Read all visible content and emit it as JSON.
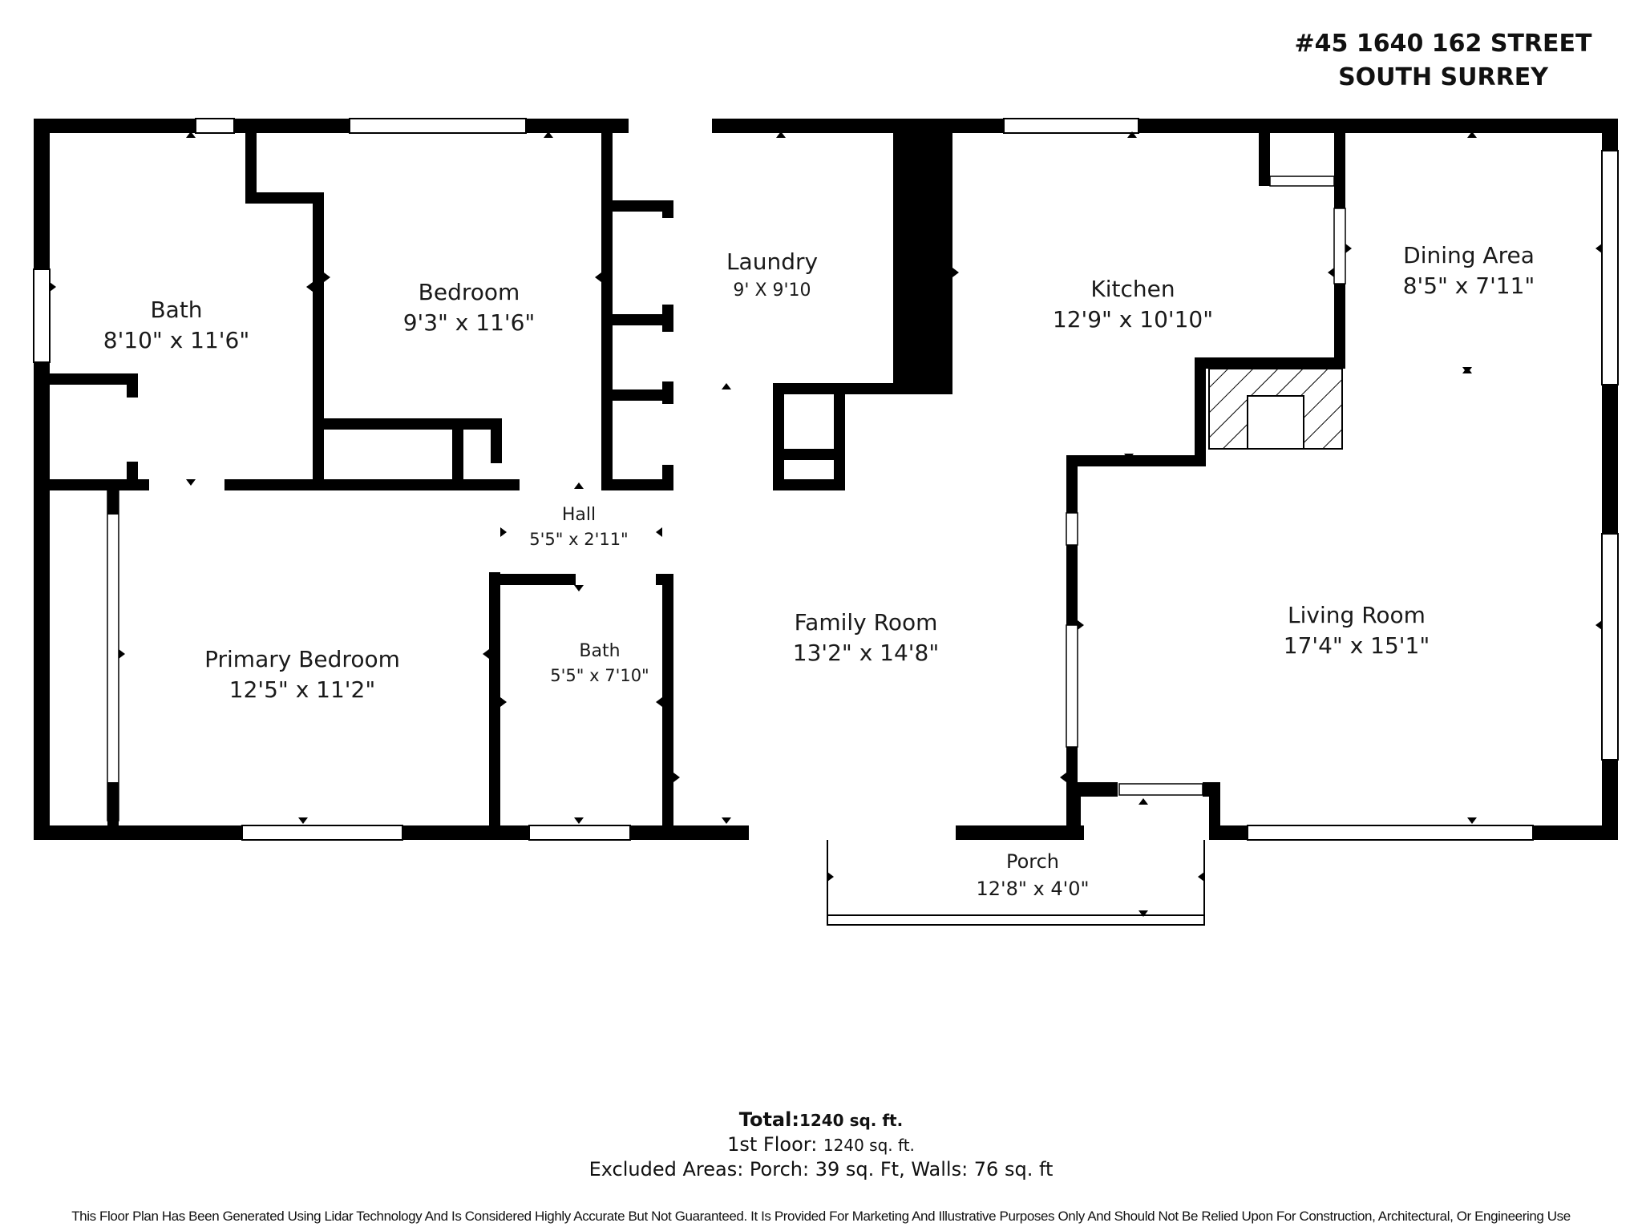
{
  "header": {
    "address_line1": "#45 1640 162 STREET",
    "address_line2": "SOUTH SURREY"
  },
  "rooms": {
    "bath_left": {
      "name": "Bath",
      "dims": "8'10\" x 11'6\""
    },
    "bedroom": {
      "name": "Bedroom",
      "dims": "9'3\" x 11'6\""
    },
    "laundry": {
      "name": "Laundry",
      "dims": "9' X 9'10"
    },
    "kitchen": {
      "name": "Kitchen",
      "dims": "12'9\" x 10'10\""
    },
    "dining": {
      "name": "Dining Area",
      "dims": "8'5\" x 7'11\""
    },
    "hall": {
      "name": "Hall",
      "dims": "5'5\" x 2'11\""
    },
    "primary_bedroom": {
      "name": "Primary Bedroom",
      "dims": "12'5\" x 11'2\""
    },
    "bath_small": {
      "name": "Bath",
      "dims": "5'5\" x 7'10\""
    },
    "family_room": {
      "name": "Family Room",
      "dims": "13'2\" x 14'8\""
    },
    "living_room": {
      "name": "Living Room",
      "dims": "17'4\" x 15'1\""
    },
    "porch": {
      "name": "Porch",
      "dims": "12'8\" x 4'0\""
    }
  },
  "totals": {
    "total_label": "Total:",
    "total_value": "1240 sq. ft.",
    "floor_label": "1st Floor:",
    "floor_value": "1240 sq. ft.",
    "excluded": "Excluded Areas: Porch: 39 sq. Ft, Walls: 76 sq. ft"
  },
  "disclaimer": "This Floor Plan Has Been Generated Using Lidar Technology And Is Considered Highly Accurate But Not Guaranteed. It Is Provided For Marketing And Illustrative Purposes Only And Should Not Be Relied Upon For Construction, Architectural, Or Engineering Use",
  "colors": {
    "wall": "#000000",
    "window": "#ffffff",
    "background": "#ffffff"
  }
}
